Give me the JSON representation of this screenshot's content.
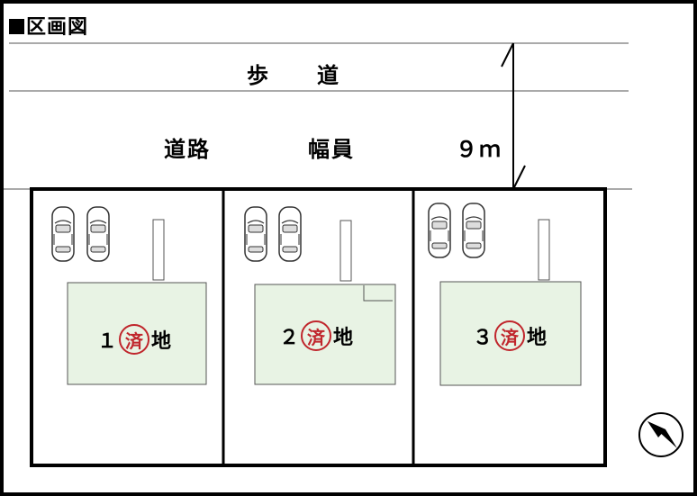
{
  "title": "■区画図",
  "title_text": "区画図",
  "sidewalk_label": "歩　　道",
  "road_label_a": "道路",
  "road_label_b": "幅員",
  "road_width": "９ｍ",
  "lots": [
    {
      "number": "１",
      "stamp": "済",
      "suffix": "地"
    },
    {
      "number": "２",
      "stamp": "済",
      "suffix": "地"
    },
    {
      "number": "３",
      "stamp": "済",
      "suffix": "地"
    }
  ],
  "colors": {
    "house_fill": "#e8f3e4",
    "stamp": "#c0262c",
    "line": "#000000"
  },
  "icons": [
    "car-icon",
    "north-arrow-icon"
  ]
}
